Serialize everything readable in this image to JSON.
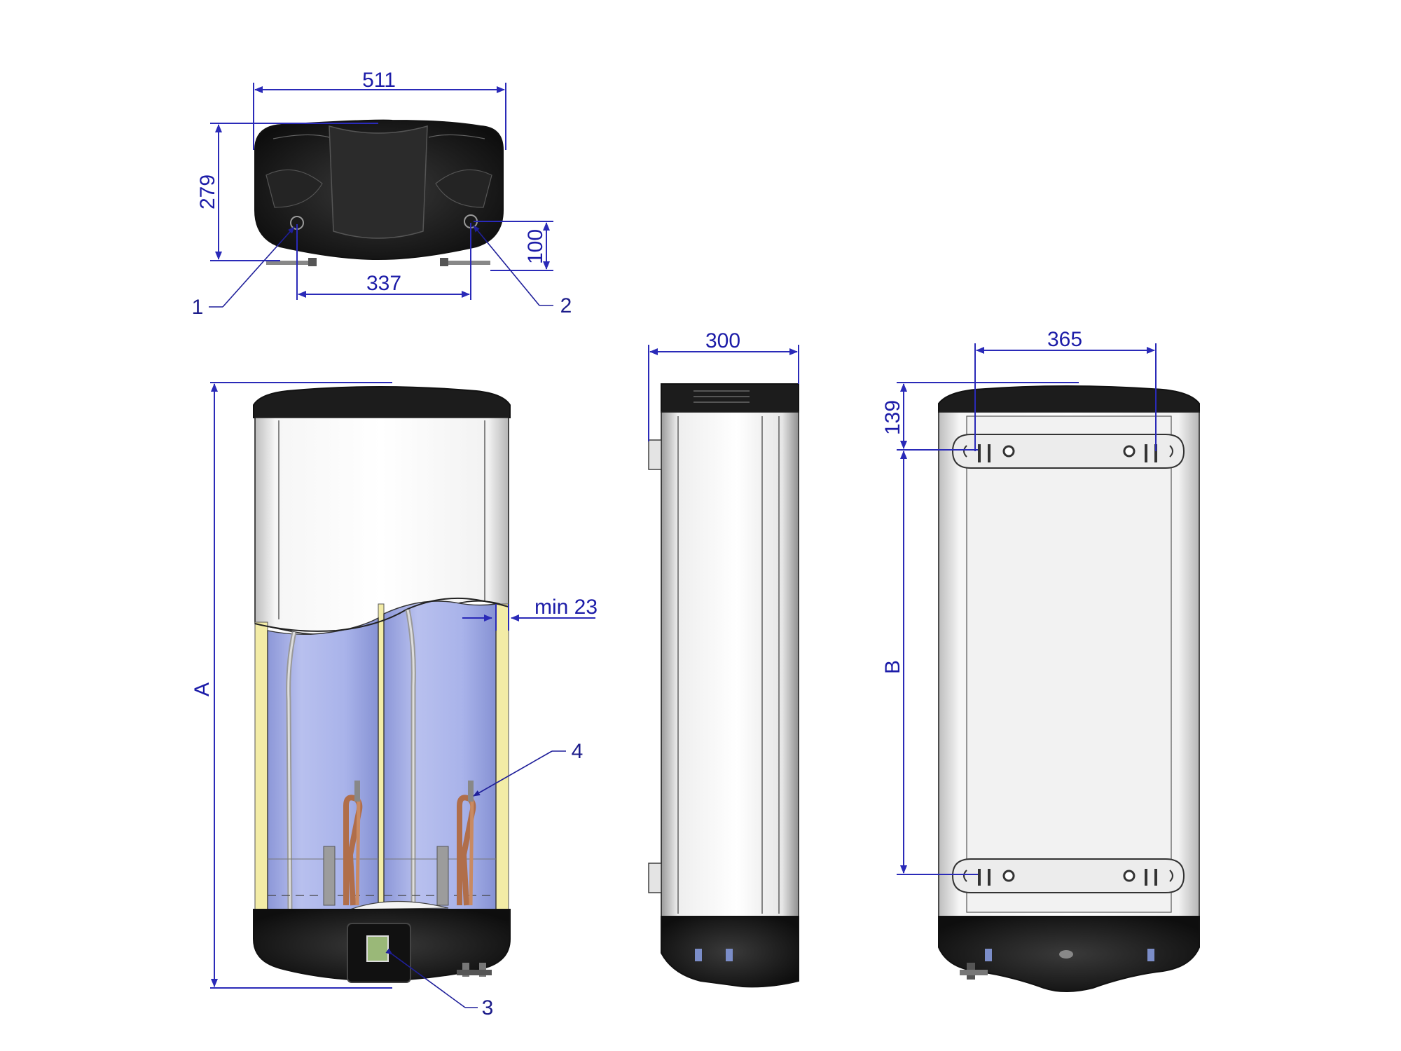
{
  "dimensions": {
    "top_width": "511",
    "top_depth": "279",
    "top_pipe_spacing": "337",
    "top_pipe_offset": "100",
    "side_depth": "300",
    "back_bracket_spacing": "365",
    "back_top_offset": "139",
    "front_height": "A",
    "back_bracket_height": "B",
    "min_clearance": "min 23"
  },
  "callouts": [
    "1",
    "2",
    "3",
    "4"
  ],
  "colors": {
    "dimension": "#2a2ab8",
    "casing": "#f0f0f0",
    "cap": "#1a1a1a",
    "tank": "#a6b0e6",
    "insulation": "#f4eeaa",
    "heater": "#c8805a"
  }
}
